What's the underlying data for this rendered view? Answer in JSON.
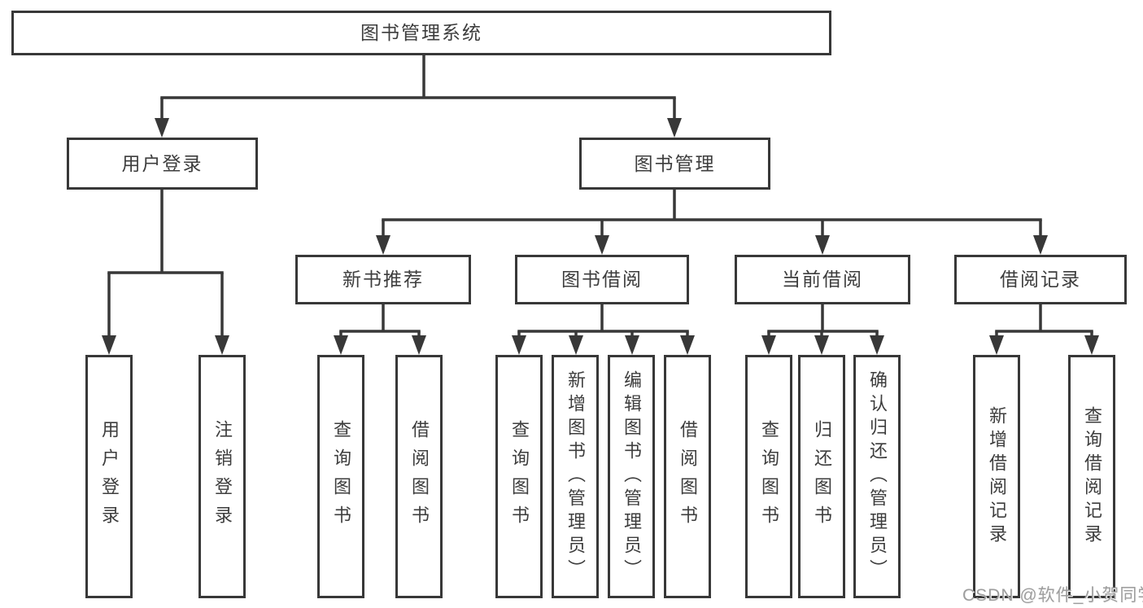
{
  "tree": {
    "label": "图书管理系统",
    "children": [
      {
        "label": "用户登录",
        "children": [
          {
            "label": "用户登录"
          },
          {
            "label": "注销登录"
          }
        ]
      },
      {
        "label": "图书管理",
        "children": [
          {
            "label": "新书推荐",
            "children": [
              {
                "label": "查询图书"
              },
              {
                "label": "借阅图书"
              }
            ]
          },
          {
            "label": "图书借阅",
            "children": [
              {
                "label": "查询图书"
              },
              {
                "label": "新增图书（管理员）"
              },
              {
                "label": "编辑图书（管理员）"
              },
              {
                "label": "借阅图书"
              }
            ]
          },
          {
            "label": "当前借阅",
            "children": [
              {
                "label": "查询图书"
              },
              {
                "label": "归还图书"
              },
              {
                "label": "确认归还（管理员）"
              }
            ]
          },
          {
            "label": "借阅记录",
            "children": [
              {
                "label": "新增借阅记录"
              },
              {
                "label": "查询借阅记录"
              }
            ]
          }
        ]
      }
    ]
  },
  "watermark": {
    "text": "CSDN @软件_小贺同学"
  },
  "colors": {
    "line": "#383838",
    "box_border": "#383838",
    "text": "#3d3d3d",
    "watermark": "#9d9d9d",
    "background": "#ffffff"
  }
}
